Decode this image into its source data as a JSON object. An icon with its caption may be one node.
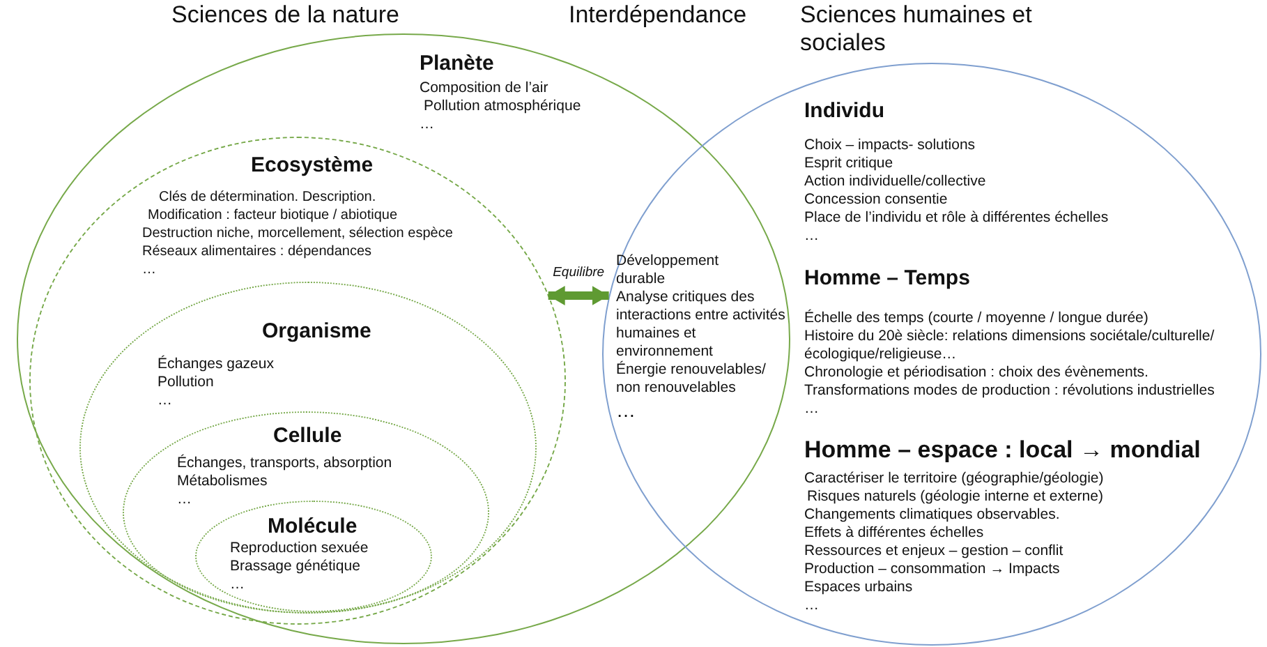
{
  "diagram": {
    "nodes": [
      {
        "text": [
          "Planète",
          "Composition de l’air",
          "Pollution atmosphérique",
          "…"
        ]
      },
      {
        "text": [
          "Ecosystème",
          "Clés de détermination. Description.",
          "Modification : facteur biotique / abiotique",
          "Destruction niche, morcellement, sélection espèce",
          "Réseaux alimentaires : dépendances",
          "…"
        ],
        "in": 0
      },
      {
        "text": [
          "Organisme",
          "Échanges gazeux",
          "Pollution",
          "…"
        ],
        "in": 1
      },
      {
        "text": [
          "Cellule",
          "Échanges, transports, absorption",
          "Métabolismes",
          "…"
        ],
        "in": 2
      },
      {
        "text": [
          "Molécule",
          "Reproduction sexuée",
          "Brassage génétique",
          "…"
        ],
        "in": 3
      },
      {
        "text": [
          "Individu",
          "Choix – impacts- solutions",
          "Esprit critique",
          "Action individuelle/collective",
          "Concession consentie",
          "Place de l’individu et rôle à différentes échelles",
          "…",
          "Homme – Temps",
          "Échelle des temps (courte / moyenne / longue durée)",
          "Histoire du 20è siècle: relations dimensions sociétale/culturelle/ écologique/religieuse…",
          "Chronologie et périodisation : choix des évènements.",
          "Transformations modes de production : révolutions industrielles",
          "…",
          "Homme – espace : local → mondial",
          "Caractériser le territoire (géographie/géologie)",
          "Risques naturels (géologie interne et externe)",
          "Changements climatiques observables.",
          "Effets à différentes échelles",
          "Ressources et enjeux – gestion – conflit",
          "Production – consommation → Impacts",
          "Espaces urbains",
          "…"
        ]
      },
      {
        "text": [
          "Développement durable",
          "Analyse critiques des interactions entre activités humaines et environnement",
          "Énergie renouvelables/ non renouvelables",
          "…"
        ]
      }
    ],
    "edges": [
      {
        "from": 1,
        "to": 5,
        "arrow": "both",
        "label": "Equilibre",
        "color": "#5f9a32"
      }
    ],
    "labels": [
      "Sciences de la nature",
      "Interdépendance",
      "Sciences humaines et sociales"
    ]
  }
}
